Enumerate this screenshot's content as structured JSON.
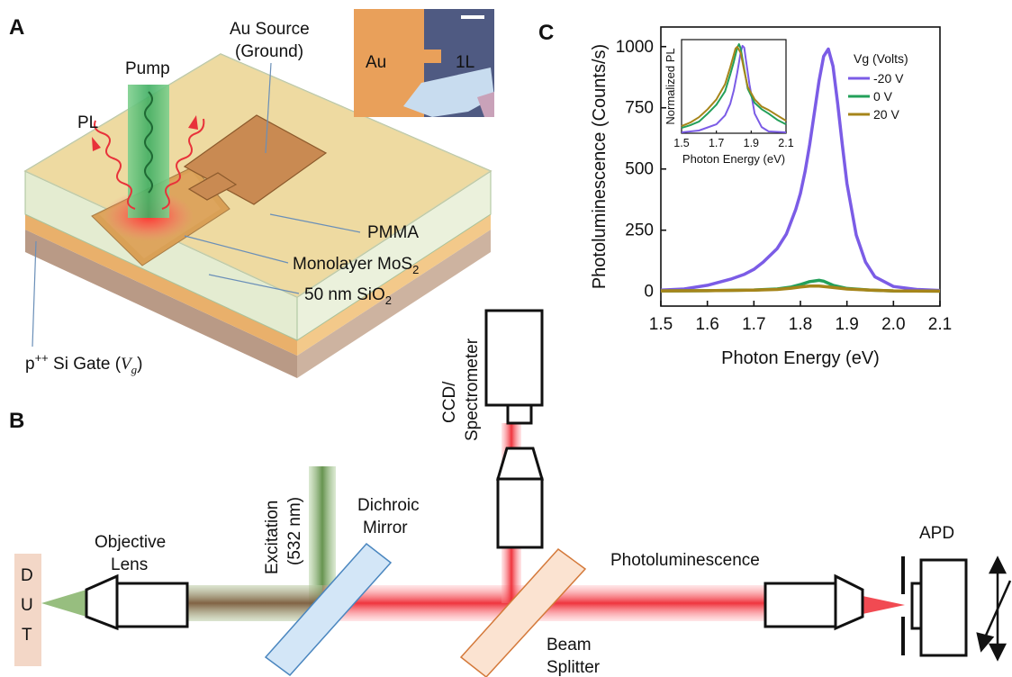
{
  "panels": {
    "a": {
      "label": "A",
      "pump_label": "Pump",
      "pl_label": "PL",
      "source_label_1": "Au Source",
      "source_label_2": "(Ground)",
      "pmma_label": "PMMA",
      "mos2_label_prefix": "Monolayer MoS",
      "mos2_sub": "2",
      "sio2_label_prefix": "50 nm SiO",
      "sio2_sub": "2",
      "gate_label_prefix": "p",
      "gate_label_sup": "++",
      "gate_label_mid": " Si Gate (",
      "gate_label_var": "V",
      "gate_label_sub": "g",
      "gate_label_end": ")",
      "micrograph": {
        "au_label": "Au",
        "layer_label": "1L"
      }
    },
    "b": {
      "label": "B",
      "dut_letters": [
        "D",
        "U",
        "T"
      ],
      "objective_line1": "Objective",
      "objective_line2": "Lens",
      "excitation_line1": "Excitation",
      "excitation_line2": "(532 nm)",
      "dichroic_line1": "Dichroic",
      "dichroic_line2": "Mirror",
      "ccd_line1": "CCD/",
      "ccd_line2": "Spectrometer",
      "pl_label": "Photoluminescence",
      "beam_splitter_line1": "Beam",
      "beam_splitter_line2": "Splitter",
      "apd_label": "APD"
    },
    "c": {
      "label": "C"
    }
  },
  "colors": {
    "minus20": "#7b5ce6",
    "zero": "#23a05a",
    "plus20": "#a6851a",
    "pump_green": "#5fbf78",
    "pl_red": "#e8323a",
    "chip_yellow": "#f2cf84",
    "gold_pad": "#c98a52"
  },
  "chart_data": [
    {
      "id": "main",
      "type": "line",
      "xlabel": "Photon Energy (eV)",
      "ylabel": "Photoluminescence (Counts/s)",
      "xlim": [
        1.5,
        2.1
      ],
      "ylim": [
        -60,
        1080
      ],
      "xticks": [
        1.5,
        1.6,
        1.7,
        1.8,
        1.9,
        2.0,
        2.1
      ],
      "yticks": [
        0,
        250,
        500,
        750,
        1000
      ],
      "legend_title": "Vg (Volts)",
      "legend_position": "top-right",
      "series": [
        {
          "name": "-20 V",
          "color_key": "minus20",
          "x": [
            1.5,
            1.55,
            1.6,
            1.65,
            1.68,
            1.7,
            1.72,
            1.75,
            1.77,
            1.79,
            1.8,
            1.81,
            1.82,
            1.83,
            1.84,
            1.85,
            1.86,
            1.87,
            1.88,
            1.89,
            1.9,
            1.92,
            1.94,
            1.96,
            2.0,
            2.05,
            2.1
          ],
          "y": [
            5,
            10,
            25,
            50,
            70,
            90,
            120,
            175,
            235,
            335,
            400,
            490,
            600,
            730,
            860,
            960,
            990,
            920,
            770,
            600,
            440,
            230,
            120,
            60,
            20,
            8,
            4
          ]
        },
        {
          "name": "0 V",
          "color_key": "zero",
          "x": [
            1.5,
            1.6,
            1.7,
            1.75,
            1.78,
            1.8,
            1.82,
            1.84,
            1.85,
            1.87,
            1.9,
            1.95,
            2.0,
            2.1
          ],
          "y": [
            2,
            3,
            6,
            10,
            18,
            28,
            40,
            45,
            42,
            25,
            12,
            5,
            2,
            1
          ]
        },
        {
          "name": "20 V",
          "color_key": "plus20",
          "x": [
            1.5,
            1.6,
            1.7,
            1.75,
            1.78,
            1.8,
            1.82,
            1.84,
            1.86,
            1.9,
            1.95,
            2.0,
            2.1
          ],
          "y": [
            2,
            3,
            5,
            8,
            13,
            18,
            22,
            22,
            18,
            10,
            5,
            2,
            1
          ]
        }
      ]
    },
    {
      "id": "inset",
      "type": "line",
      "xlabel": "Photon Energy (eV)",
      "ylabel": "Normalized PL",
      "xlim": [
        1.5,
        2.1
      ],
      "ylim": [
        0,
        1.05
      ],
      "xticks": [
        1.5,
        1.7,
        1.9,
        2.1
      ],
      "xtick_labels": [
        "1.5",
        "1.7",
        "1.9",
        "2.1"
      ],
      "series": [
        {
          "name": "-20 V",
          "color_key": "minus20",
          "x": [
            1.5,
            1.6,
            1.7,
            1.75,
            1.78,
            1.8,
            1.82,
            1.84,
            1.85,
            1.86,
            1.87,
            1.89,
            1.92,
            1.96,
            2.0,
            2.1
          ],
          "y": [
            0.01,
            0.03,
            0.1,
            0.2,
            0.33,
            0.48,
            0.68,
            0.91,
            0.98,
            0.96,
            0.82,
            0.55,
            0.22,
            0.07,
            0.02,
            0.01
          ]
        },
        {
          "name": "0 V",
          "color_key": "zero",
          "x": [
            1.5,
            1.55,
            1.6,
            1.65,
            1.7,
            1.75,
            1.78,
            1.8,
            1.82,
            1.83,
            1.84,
            1.86,
            1.88,
            1.92,
            1.96,
            2.0,
            2.05,
            2.1
          ],
          "y": [
            0.06,
            0.09,
            0.13,
            0.22,
            0.32,
            0.47,
            0.66,
            0.8,
            0.96,
            1.0,
            0.95,
            0.72,
            0.5,
            0.34,
            0.27,
            0.22,
            0.15,
            0.1
          ]
        },
        {
          "name": "20 V",
          "color_key": "plus20",
          "x": [
            1.5,
            1.55,
            1.6,
            1.65,
            1.7,
            1.75,
            1.78,
            1.8,
            1.81,
            1.82,
            1.84,
            1.86,
            1.88,
            1.92,
            1.96,
            2.0,
            2.05,
            2.1
          ],
          "y": [
            0.08,
            0.12,
            0.18,
            0.27,
            0.38,
            0.55,
            0.74,
            0.88,
            0.95,
            0.97,
            0.9,
            0.7,
            0.52,
            0.38,
            0.3,
            0.26,
            0.2,
            0.14
          ]
        }
      ]
    }
  ]
}
